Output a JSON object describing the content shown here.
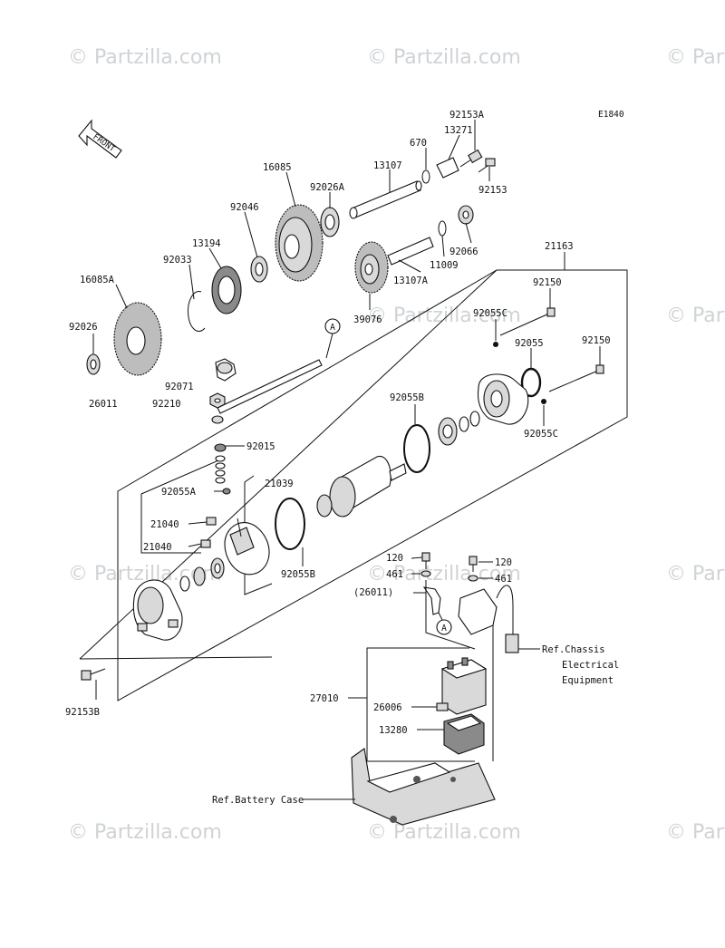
{
  "diagram_code": "E1840",
  "front_label": "FRONT",
  "watermark_text": "© Partzilla.com",
  "callouts": {
    "a_top": "A",
    "a_bottom": "A"
  },
  "parts": {
    "p92153A": "92153A",
    "p13271": "13271",
    "p670": "670",
    "p13107": "13107",
    "p92153": "92153",
    "p16085": "16085",
    "p92026A": "92026A",
    "p92046": "92046",
    "p13194": "13194",
    "p92066": "92066",
    "p11009": "11009",
    "p92033": "92033",
    "p16085A": "16085A",
    "p13107A": "13107A",
    "p21163": "21163",
    "p92026": "92026",
    "p39076": "39076",
    "p92150a": "92150",
    "p92055Ca": "92055C",
    "p92055": "92055",
    "p92150b": "92150",
    "p92071": "92071",
    "p26011": "26011",
    "p92210": "92210",
    "p92055Ba": "92055B",
    "p92055Cb": "92055C",
    "p92015": "92015",
    "p21039": "21039",
    "p92055A": "92055A",
    "p21040a": "21040",
    "p21040b": "21040",
    "p92055Bb": "92055B",
    "p120a": "120",
    "p120b": "120",
    "p461a": "461",
    "p461b": "461",
    "p26011ref": "(26011)",
    "p27010": "27010",
    "p26006": "26006",
    "p13280": "13280",
    "p92153B": "92153B"
  },
  "refs": {
    "chassis_1": "Ref.Chassis",
    "chassis_2": "Electrical",
    "chassis_3": "Equipment",
    "battery": "Ref.Battery Case"
  }
}
